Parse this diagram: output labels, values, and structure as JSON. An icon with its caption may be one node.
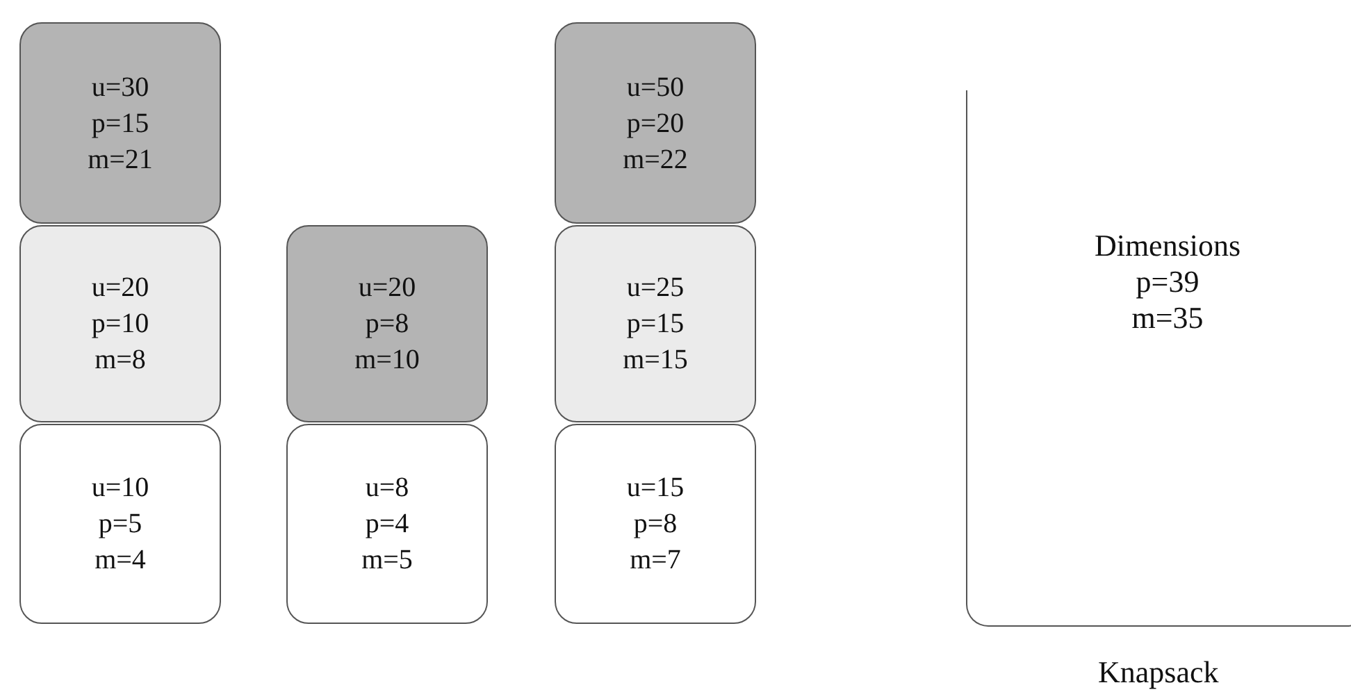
{
  "diagram": {
    "nodes": [
      {
        "text": [
          "u=30",
          "p=15",
          "m=21"
        ]
      },
      {
        "text": [
          "u=20",
          "p=10",
          "m=8"
        ]
      },
      {
        "text": [
          "u=10",
          "p=5",
          "m=4"
        ]
      },
      {
        "text": [
          "u=20",
          "p=8",
          "m=10"
        ]
      },
      {
        "text": [
          "u=8",
          "p=4",
          "m=5"
        ]
      },
      {
        "text": [
          "u=50",
          "p=20",
          "m=22"
        ]
      },
      {
        "text": [
          "u=25",
          "p=15",
          "m=15"
        ]
      },
      {
        "text": [
          "u=15",
          "p=8",
          "m=7"
        ]
      },
      {
        "text": [
          "Dimensions",
          "p=39",
          "m=35"
        ],
        "beside": [
          "Knapsack"
        ]
      }
    ]
  }
}
